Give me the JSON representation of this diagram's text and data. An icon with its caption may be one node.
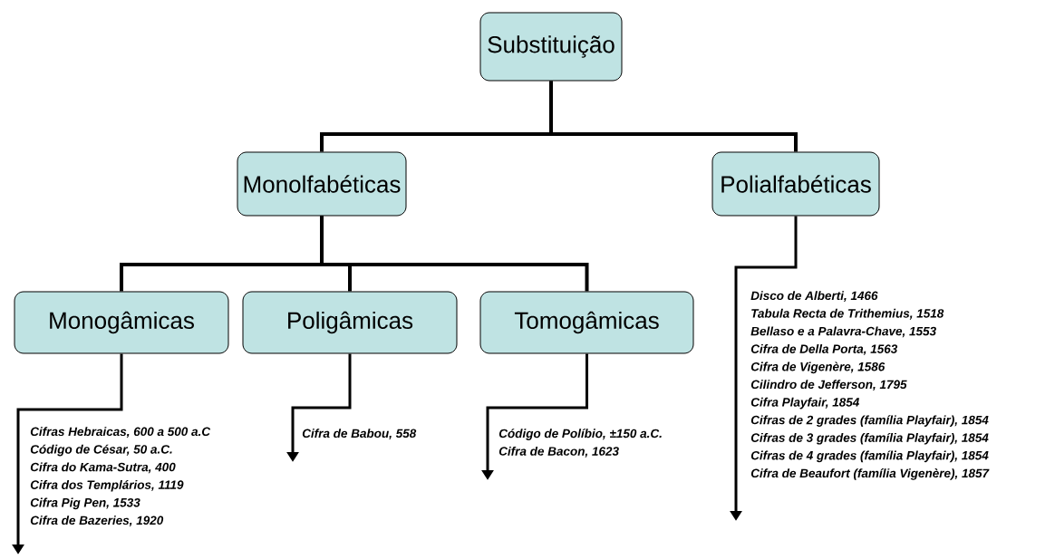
{
  "diagram": {
    "nodes": [
      {
        "text": [
          "Substituição"
        ]
      },
      {
        "text": [
          "Monolfabéticas"
        ]
      },
      {
        "text": [
          "Polialfabéticas"
        ]
      },
      {
        "text": [
          "Monogâmicas"
        ]
      },
      {
        "text": [
          "Poligâmicas"
        ]
      },
      {
        "text": [
          "Tomogâmicas"
        ]
      },
      {
        "text": [
          "Disco de Alberti, 1466",
          "Tabula Recta de Trithemius, 1518",
          "Bellaso e a Palavra-Chave, 1553",
          "Cifra de Della Porta, 1563",
          "Cifra de Vigenère, 1586",
          "Cilindro de Jefferson, 1795",
          "Cifra Playfair, 1854",
          "Cifras de 2 grades (família Playfair), 1854",
          "Cifras de 3 grades (família Playfair), 1854",
          "Cifras de 4 grades (família Playfair), 1854",
          "Cifra de Beaufort (família Vigenère), 1857"
        ]
      },
      {
        "text": [
          "Cifras Hebraicas, 600 a 500 a.C",
          "Código de César, 50 a.C.",
          "Cifra do Kama-Sutra, 400",
          "Cifra dos Templários, 1119",
          "Cifra Pig Pen, 1533",
          "Cifra de Bazeries, 1920"
        ]
      },
      {
        "text": [
          "Cifra de Babou, 558"
        ]
      },
      {
        "text": [
          "Código de Políbio, ±150 a.C.",
          "Cifra de Bacon, 1623"
        ]
      }
    ],
    "edges": [
      {
        "from": 0,
        "to": 1,
        "arrow": "none"
      },
      {
        "from": 0,
        "to": 2,
        "arrow": "none"
      },
      {
        "from": 1,
        "to": 3,
        "arrow": "none"
      },
      {
        "from": 1,
        "to": 4,
        "arrow": "none"
      },
      {
        "from": 1,
        "to": 5,
        "arrow": "none"
      },
      {
        "from": 3,
        "to": 7,
        "arrow": "to"
      },
      {
        "from": 4,
        "to": 8,
        "arrow": "to"
      },
      {
        "from": 5,
        "to": 9,
        "arrow": "to"
      },
      {
        "from": 2,
        "to": 6,
        "arrow": "to"
      }
    ]
  }
}
